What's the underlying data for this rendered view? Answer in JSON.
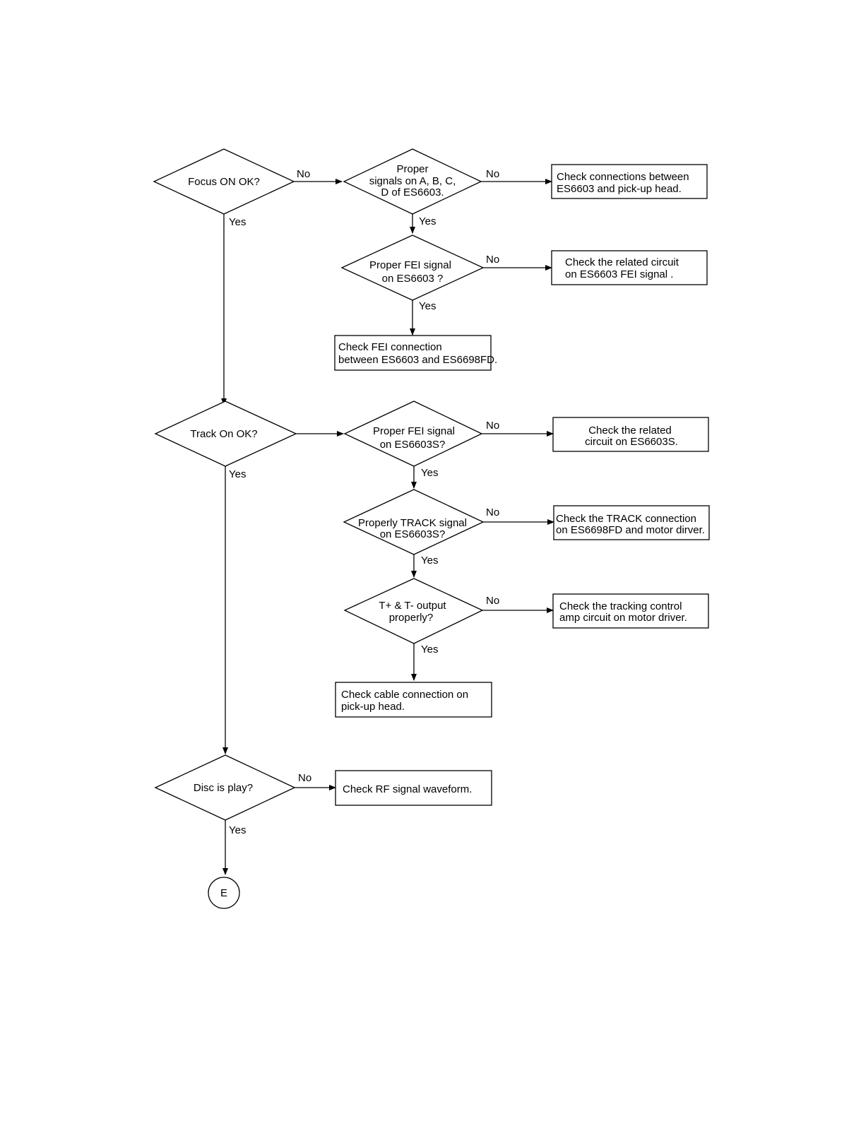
{
  "decisions": {
    "focus_on": [
      "Focus ON OK?"
    ],
    "proper_signals": [
      "Proper",
      "signals on A, B, C,",
      "D of ES6603."
    ],
    "proper_fei_focus": [
      "Proper  FEI  signal",
      "on ES6603 ?"
    ],
    "track_on": [
      "Track On OK?"
    ],
    "proper_fei_track": [
      "Proper FEI  signal",
      "on ES6603S?"
    ],
    "properly_track": [
      "Properly TRACK signal",
      "on ES6603S?"
    ],
    "t_output": [
      "T+ & T- output",
      "properly?"
    ],
    "disc_play": [
      "Disc is play?"
    ]
  },
  "actions": {
    "check_connections": [
      "Check connections between",
      "ES6603  and pick-up head."
    ],
    "check_related_fei": [
      "Check the related circuit",
      "on  ES6603  FEI signal ."
    ],
    "check_fei_connection": [
      "Check  FEI connection",
      "between ES6603 and ES6698FD."
    ],
    "check_related_track": [
      "Check the related",
      "circuit on ES6603S."
    ],
    "check_track_connection": [
      "Check the TRACK connection",
      "on  ES6698FD and motor dirver."
    ],
    "check_tracking_control": [
      "Check the tracking control",
      "amp circuit on motor driver."
    ],
    "check_cable": [
      "Check cable connection on",
      "pick-up head."
    ],
    "check_rf": [
      "Check RF signal waveform."
    ]
  },
  "connector": {
    "label": "E"
  },
  "labels": {
    "no": "No",
    "yes": "Yes"
  }
}
